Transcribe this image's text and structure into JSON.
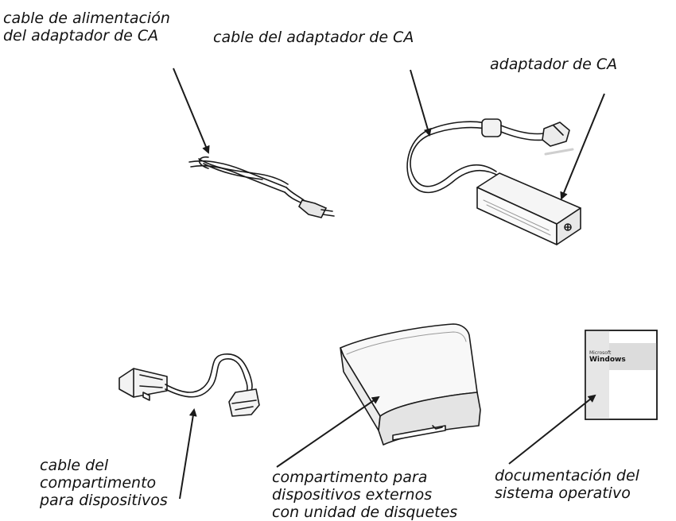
{
  "labels": {
    "power_cable": [
      "cable de alimentación",
      "del adaptador de CA"
    ],
    "adapter_cable": [
      "cable del adaptador de CA"
    ],
    "ac_adapter": [
      "adaptador de CA"
    ],
    "bay_cable": [
      "cable del",
      "compartimento",
      "para dispositivos"
    ],
    "media_bay": [
      "compartimento para",
      "dispositivos externos",
      "con unidad de disquetes"
    ],
    "os_docs": [
      "documentación del",
      "sistema operativo"
    ]
  },
  "book_cover": {
    "brand": "Microsoft",
    "product": "Windows"
  },
  "colors": {
    "line": "#1a1a1a",
    "text": "#111111",
    "shade": "#d9d9d9",
    "light_fill": "#f7f7f7"
  }
}
